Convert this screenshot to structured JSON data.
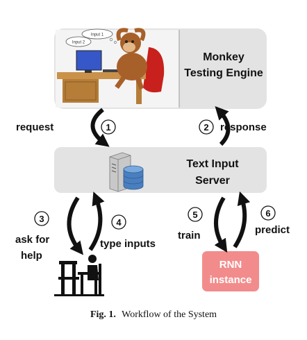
{
  "engine": {
    "title_line1": "Monkey",
    "title_line2": "Testing Engine",
    "bubble1": "Input 1",
    "bubble2": "Input 2"
  },
  "server": {
    "title_line1": "Text Input",
    "title_line2": "Server"
  },
  "rnn": {
    "title_line1": "RNN",
    "title_line2": "instance"
  },
  "steps": [
    {
      "number": "1",
      "label": "request"
    },
    {
      "number": "2",
      "label": "response"
    },
    {
      "number": "3",
      "label_line1": "ask for",
      "label_line2": "help"
    },
    {
      "number": "4",
      "label": "type inputs"
    },
    {
      "number": "5",
      "label": "train"
    },
    {
      "number": "6",
      "label": "predict"
    }
  ],
  "caption": {
    "prefix": "Fig. 1.",
    "text": "Workflow of the System"
  },
  "colors": {
    "box_fill": "#e3e3e3",
    "rnn_fill": "#f28c8c",
    "rnn_text": "#ffffff",
    "arrow": "#111111"
  }
}
